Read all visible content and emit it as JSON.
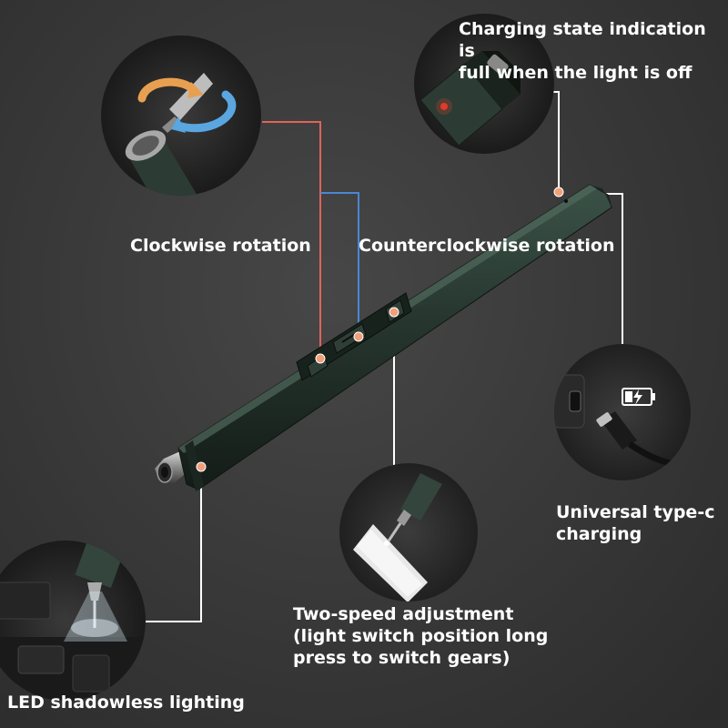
{
  "labels": {
    "charging_state_line1": "Charging state indication is",
    "charging_state_line2": "full when the light is off",
    "clockwise": "Clockwise rotation",
    "counterclockwise": "Counterclockwise rotation",
    "typec_line1": "Universal type-c",
    "typec_line2": "charging",
    "two_speed_line1": "Two-speed adjustment",
    "two_speed_line2": "(light switch position long",
    "two_speed_line3": "press to switch gears)",
    "led": "LED shadowless lighting"
  },
  "colors": {
    "clockwise_line": "#e0635a",
    "counterclockwise_line": "#4a86d4",
    "callout_line": "#ffffff",
    "marker_dot": "#f0a07a",
    "body_green": "#27372f"
  },
  "icons": {
    "battery": "battery-charging-icon",
    "rotation_arrows": "rotation-arrows-icon"
  }
}
